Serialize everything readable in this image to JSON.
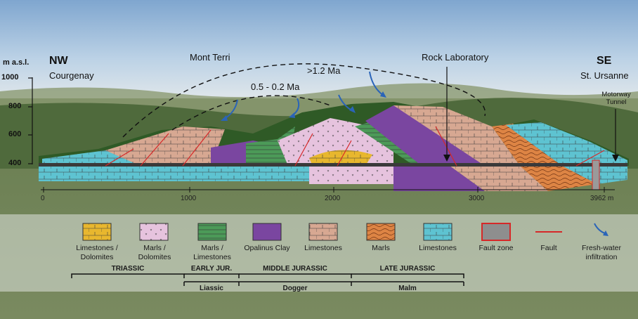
{
  "title_left": {
    "dir": "NW",
    "place": "Courgenay"
  },
  "title_right": {
    "dir": "SE",
    "place": "St. Ursanne"
  },
  "peak_label": "Mont Terri",
  "lab_label": "Rock Laboratory",
  "tunnel_label": [
    "Motorway",
    "Tunnel"
  ],
  "age_outer": ">1.2 Ma",
  "age_inner": "0.5 - 0.2 Ma",
  "y_axis": {
    "unit": "m a.s.l.",
    "ticks": [
      "1000",
      "800",
      "600",
      "400"
    ]
  },
  "x_axis": {
    "ticks": [
      "0",
      "1000",
      "2000",
      "3000",
      "3962 m"
    ]
  },
  "colors": {
    "limestone_dolomite": "#e8b72e",
    "marl_dolomite": "#e6c3de",
    "marl_limestone": "#4c9a58",
    "opalinus": "#7a46a0",
    "dogger_limestone": "#d7a892",
    "malm_marl": "#dd8444",
    "malm_limestone": "#5ec3d1",
    "fault": "#d62828",
    "water": "#2a64b8"
  },
  "legend": [
    {
      "label": "Limestones / Dolomites"
    },
    {
      "label": "Marls / Dolomites"
    },
    {
      "label": "Marls / Limestones"
    },
    {
      "label": "Opalinus Clay"
    },
    {
      "label": "Limestones"
    },
    {
      "label": "Marls"
    },
    {
      "label": "Limestones"
    },
    {
      "label": "Fault zone"
    },
    {
      "label": "Fault"
    },
    {
      "label": "Fresh-water infiltration"
    }
  ],
  "periods": [
    "TRIASSIC",
    "EARLY JUR.",
    "MIDDLE JURASSIC",
    "LATE JURASSIC"
  ],
  "series": [
    "Liassic",
    "Dogger",
    "Malm"
  ]
}
